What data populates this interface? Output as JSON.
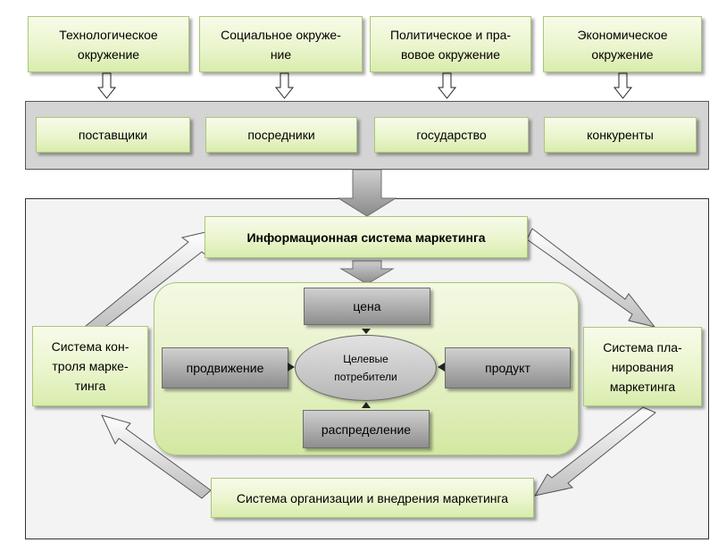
{
  "environment": {
    "technological": "Технологическое окружение",
    "social": "Социальное окруже- ние",
    "political": "Политическое и пра- вовое окружение",
    "economic": "Экономическое окружение"
  },
  "microenvironment": {
    "suppliers": "поставщики",
    "intermediaries": "посредники",
    "state": "государство",
    "competitors": "конкуренты"
  },
  "info_system": "Информационная система маркетинга",
  "control_system": "Система кон- троля марке- тинга",
  "planning_system": "Система пла- нирования маркетинга",
  "organization_system": "Система организации и внедрения маркетинга",
  "marketing_mix": {
    "price": "цена",
    "promotion": "продвижение",
    "product": "продукт",
    "distribution": "распределение",
    "target": "Целевые потребители"
  },
  "colors": {
    "green_fill": "#eaf5cd",
    "green_border": "#a9c67a",
    "grey_fill": "#a8a8a8",
    "band": "#d4d4d4"
  }
}
